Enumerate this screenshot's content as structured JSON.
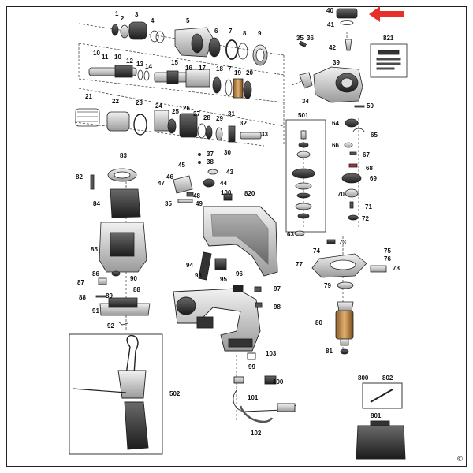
{
  "diagram": {
    "labels": [
      "1",
      "2",
      "3",
      "4",
      "5",
      "6",
      "7",
      "8",
      "9",
      "35",
      "36",
      "40",
      "41",
      "42",
      "39",
      "821",
      "10",
      "11",
      "10",
      "12",
      "13",
      "14",
      "15",
      "16",
      "17",
      "18",
      "7",
      "19",
      "20",
      "34",
      "21",
      "22",
      "23",
      "24",
      "25",
      "26",
      "27",
      "28",
      "29",
      "31",
      "32",
      "33",
      "30",
      "501",
      "50",
      "64",
      "65",
      "66",
      "67",
      "68",
      "69",
      "70",
      "71",
      "72",
      "63",
      "83",
      "82",
      "45",
      "37",
      "38",
      "43",
      "46",
      "47",
      "44",
      "48",
      "35",
      "49",
      "100",
      "820",
      "84",
      "85",
      "86",
      "87",
      "90",
      "89",
      "88",
      "88",
      "91",
      "92",
      "94",
      "95",
      "96",
      "93",
      "97",
      "98",
      "73",
      "74",
      "75",
      "76",
      "77",
      "78",
      "79",
      "80",
      "81",
      "103",
      "99",
      "100",
      "101",
      "102",
      "800",
      "802",
      "801",
      "502"
    ],
    "copyright_symbol": "©",
    "highlight_color": "#e8302a"
  }
}
